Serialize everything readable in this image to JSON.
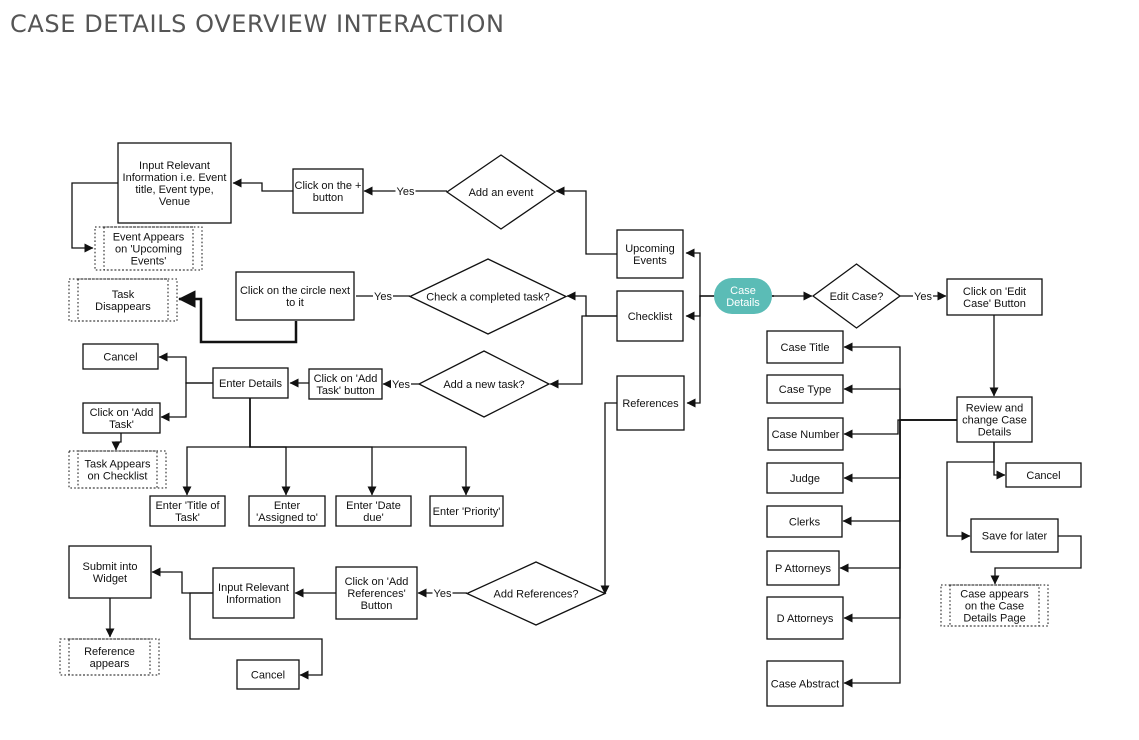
{
  "page": {
    "title": "CASE DETAILS OVERVIEW INTERACTION"
  },
  "diagram": {
    "accent_color": "#5bbcb6",
    "nodes": [
      {
        "id": "case_details",
        "shape": "terminator",
        "lines": [
          "Case",
          "Details"
        ]
      },
      {
        "id": "upcoming_events",
        "shape": "process",
        "lines": [
          "Upcoming",
          "Events"
        ]
      },
      {
        "id": "checklist",
        "shape": "process",
        "lines": [
          "Checklist"
        ]
      },
      {
        "id": "references",
        "shape": "process",
        "lines": [
          "References"
        ]
      },
      {
        "id": "add_event",
        "shape": "decision",
        "lines": [
          "Add an event"
        ]
      },
      {
        "id": "click_plus",
        "shape": "process",
        "lines": [
          "Click on the +",
          "button"
        ]
      },
      {
        "id": "input_event",
        "shape": "process",
        "lines": [
          "Input Relevant",
          "Information  i.e. Event",
          "title, Event type,",
          "Venue"
        ]
      },
      {
        "id": "event_appears",
        "shape": "outcome",
        "lines": [
          "Event Appears",
          "on 'Upcoming",
          "Events'"
        ]
      },
      {
        "id": "check_completed",
        "shape": "decision",
        "lines": [
          "Check a completed task?"
        ]
      },
      {
        "id": "click_circle",
        "shape": "process",
        "lines": [
          "Click on  the circle next",
          "to it"
        ]
      },
      {
        "id": "task_disappears",
        "shape": "outcome",
        "lines": [
          "Task",
          "Disappears"
        ]
      },
      {
        "id": "add_new_task",
        "shape": "decision",
        "lines": [
          "Add a new task?"
        ]
      },
      {
        "id": "click_add_task_btn",
        "shape": "process",
        "lines": [
          "Click on  'Add",
          "Task' button"
        ]
      },
      {
        "id": "enter_details",
        "shape": "process",
        "lines": [
          "Enter Details"
        ]
      },
      {
        "id": "cancel_task",
        "shape": "process",
        "lines": [
          "Cancel"
        ]
      },
      {
        "id": "click_add_task",
        "shape": "process",
        "lines": [
          "Click on 'Add",
          "Task'"
        ]
      },
      {
        "id": "task_appears",
        "shape": "outcome",
        "lines": [
          "Task Appears",
          "on Checklist"
        ]
      },
      {
        "id": "enter_title",
        "shape": "process",
        "lines": [
          "Enter 'Title of",
          "Task'"
        ]
      },
      {
        "id": "enter_assigned",
        "shape": "process",
        "lines": [
          "Enter",
          "'Assigned to'"
        ]
      },
      {
        "id": "enter_date",
        "shape": "process",
        "lines": [
          "Enter 'Date",
          "due'"
        ]
      },
      {
        "id": "enter_priority",
        "shape": "process",
        "lines": [
          "Enter 'Priority'"
        ]
      },
      {
        "id": "add_references",
        "shape": "decision",
        "lines": [
          "Add References?"
        ]
      },
      {
        "id": "click_add_refs",
        "shape": "process",
        "lines": [
          "Click on 'Add",
          "References'",
          "Button"
        ]
      },
      {
        "id": "input_refs",
        "shape": "process",
        "lines": [
          "Input Relevant",
          "Information"
        ]
      },
      {
        "id": "submit_widget",
        "shape": "process",
        "lines": [
          "Submit into",
          "Widget"
        ]
      },
      {
        "id": "reference_appears",
        "shape": "outcome",
        "lines": [
          "Reference",
          "appears"
        ]
      },
      {
        "id": "cancel_refs",
        "shape": "process",
        "lines": [
          "Cancel"
        ]
      },
      {
        "id": "edit_case",
        "shape": "decision",
        "lines": [
          "Edit Case?"
        ]
      },
      {
        "id": "click_edit_case",
        "shape": "process",
        "lines": [
          "Click on 'Edit",
          "Case' Button"
        ]
      },
      {
        "id": "review_change",
        "shape": "process",
        "lines": [
          "Review and",
          "change Case",
          "Details"
        ]
      },
      {
        "id": "cancel_case",
        "shape": "process",
        "lines": [
          "Cancel"
        ]
      },
      {
        "id": "save_later",
        "shape": "process",
        "lines": [
          "Save for later"
        ]
      },
      {
        "id": "case_appears",
        "shape": "outcome",
        "lines": [
          "Case appears",
          "on the Case",
          "Details Page"
        ]
      },
      {
        "id": "case_title",
        "shape": "process",
        "lines": [
          "Case Title"
        ]
      },
      {
        "id": "case_type",
        "shape": "process",
        "lines": [
          "Case Type"
        ]
      },
      {
        "id": "case_number",
        "shape": "process",
        "lines": [
          "Case Number"
        ]
      },
      {
        "id": "judge",
        "shape": "process",
        "lines": [
          "Judge"
        ]
      },
      {
        "id": "clerks",
        "shape": "process",
        "lines": [
          "Clerks"
        ]
      },
      {
        "id": "p_attorneys",
        "shape": "process",
        "lines": [
          "P Attorneys"
        ]
      },
      {
        "id": "d_attorneys",
        "shape": "process",
        "lines": [
          "D Attorneys"
        ]
      },
      {
        "id": "case_abstract",
        "shape": "process",
        "lines": [
          "Case Abstract"
        ]
      }
    ],
    "edges": [
      {
        "from": "case_details",
        "to": "upcoming_events",
        "label": ""
      },
      {
        "from": "case_details",
        "to": "checklist",
        "label": ""
      },
      {
        "from": "case_details",
        "to": "references",
        "label": ""
      },
      {
        "from": "upcoming_events",
        "to": "add_event",
        "label": ""
      },
      {
        "from": "add_event",
        "to": "click_plus",
        "label": "Yes"
      },
      {
        "from": "click_plus",
        "to": "input_event",
        "label": ""
      },
      {
        "from": "input_event",
        "to": "event_appears",
        "label": ""
      },
      {
        "from": "checklist",
        "to": "check_completed",
        "label": ""
      },
      {
        "from": "check_completed",
        "to": "click_circle",
        "label": "Yes"
      },
      {
        "from": "click_circle",
        "to": "task_disappears",
        "label": ""
      },
      {
        "from": "checklist",
        "to": "add_new_task",
        "label": ""
      },
      {
        "from": "add_new_task",
        "to": "click_add_task_btn",
        "label": "Yes"
      },
      {
        "from": "click_add_task_btn",
        "to": "enter_details",
        "label": ""
      },
      {
        "from": "enter_details",
        "to": "cancel_task",
        "label": ""
      },
      {
        "from": "enter_details",
        "to": "click_add_task",
        "label": ""
      },
      {
        "from": "click_add_task",
        "to": "task_appears",
        "label": ""
      },
      {
        "from": "enter_details",
        "to": "enter_title",
        "label": ""
      },
      {
        "from": "enter_details",
        "to": "enter_assigned",
        "label": ""
      },
      {
        "from": "enter_details",
        "to": "enter_date",
        "label": ""
      },
      {
        "from": "enter_details",
        "to": "enter_priority",
        "label": ""
      },
      {
        "from": "references",
        "to": "add_references",
        "label": ""
      },
      {
        "from": "add_references",
        "to": "click_add_refs",
        "label": "Yes"
      },
      {
        "from": "click_add_refs",
        "to": "input_refs",
        "label": ""
      },
      {
        "from": "input_refs",
        "to": "submit_widget",
        "label": ""
      },
      {
        "from": "input_refs",
        "to": "cancel_refs",
        "label": ""
      },
      {
        "from": "submit_widget",
        "to": "reference_appears",
        "label": ""
      },
      {
        "from": "case_details",
        "to": "edit_case",
        "label": ""
      },
      {
        "from": "edit_case",
        "to": "click_edit_case",
        "label": "Yes"
      },
      {
        "from": "click_edit_case",
        "to": "review_change",
        "label": ""
      },
      {
        "from": "review_change",
        "to": "cancel_case",
        "label": ""
      },
      {
        "from": "review_change",
        "to": "save_later",
        "label": ""
      },
      {
        "from": "save_later",
        "to": "case_appears",
        "label": ""
      },
      {
        "from": "review_change",
        "to": "case_title",
        "label": ""
      },
      {
        "from": "review_change",
        "to": "case_type",
        "label": ""
      },
      {
        "from": "review_change",
        "to": "case_number",
        "label": ""
      },
      {
        "from": "review_change",
        "to": "judge",
        "label": ""
      },
      {
        "from": "review_change",
        "to": "clerks",
        "label": ""
      },
      {
        "from": "review_change",
        "to": "p_attorneys",
        "label": ""
      },
      {
        "from": "review_change",
        "to": "d_attorneys",
        "label": ""
      },
      {
        "from": "review_change",
        "to": "case_abstract",
        "label": ""
      }
    ]
  }
}
